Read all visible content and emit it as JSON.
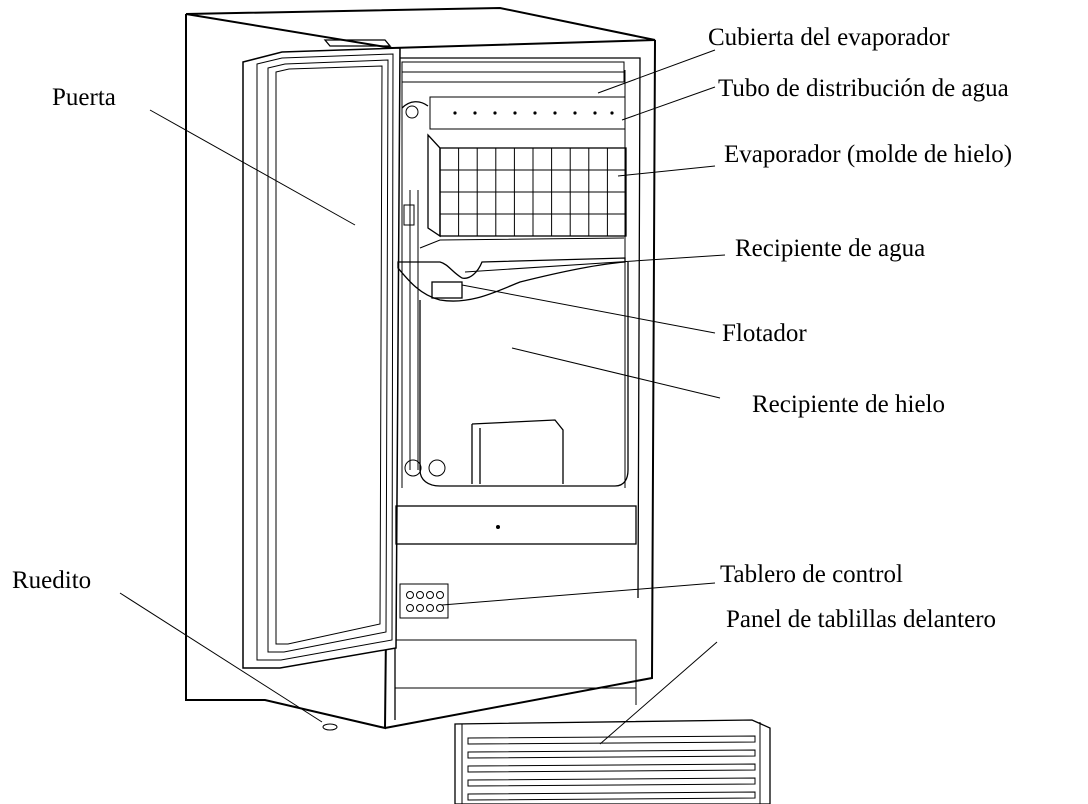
{
  "labels": {
    "evaporator_cover": "Cubierta del evaporador",
    "water_distribution_tube": "Tubo de distribución de agua",
    "evaporator": "Evaporador (molde de hielo)",
    "water_container": "Recipiente de agua",
    "float": "Flotador",
    "ice_container": "Recipiente de hielo",
    "control_panel": "Tablero de control",
    "front_louver_panel": "Panel de tablillas delantero",
    "door": "Puerta",
    "caster": "Ruedito"
  }
}
